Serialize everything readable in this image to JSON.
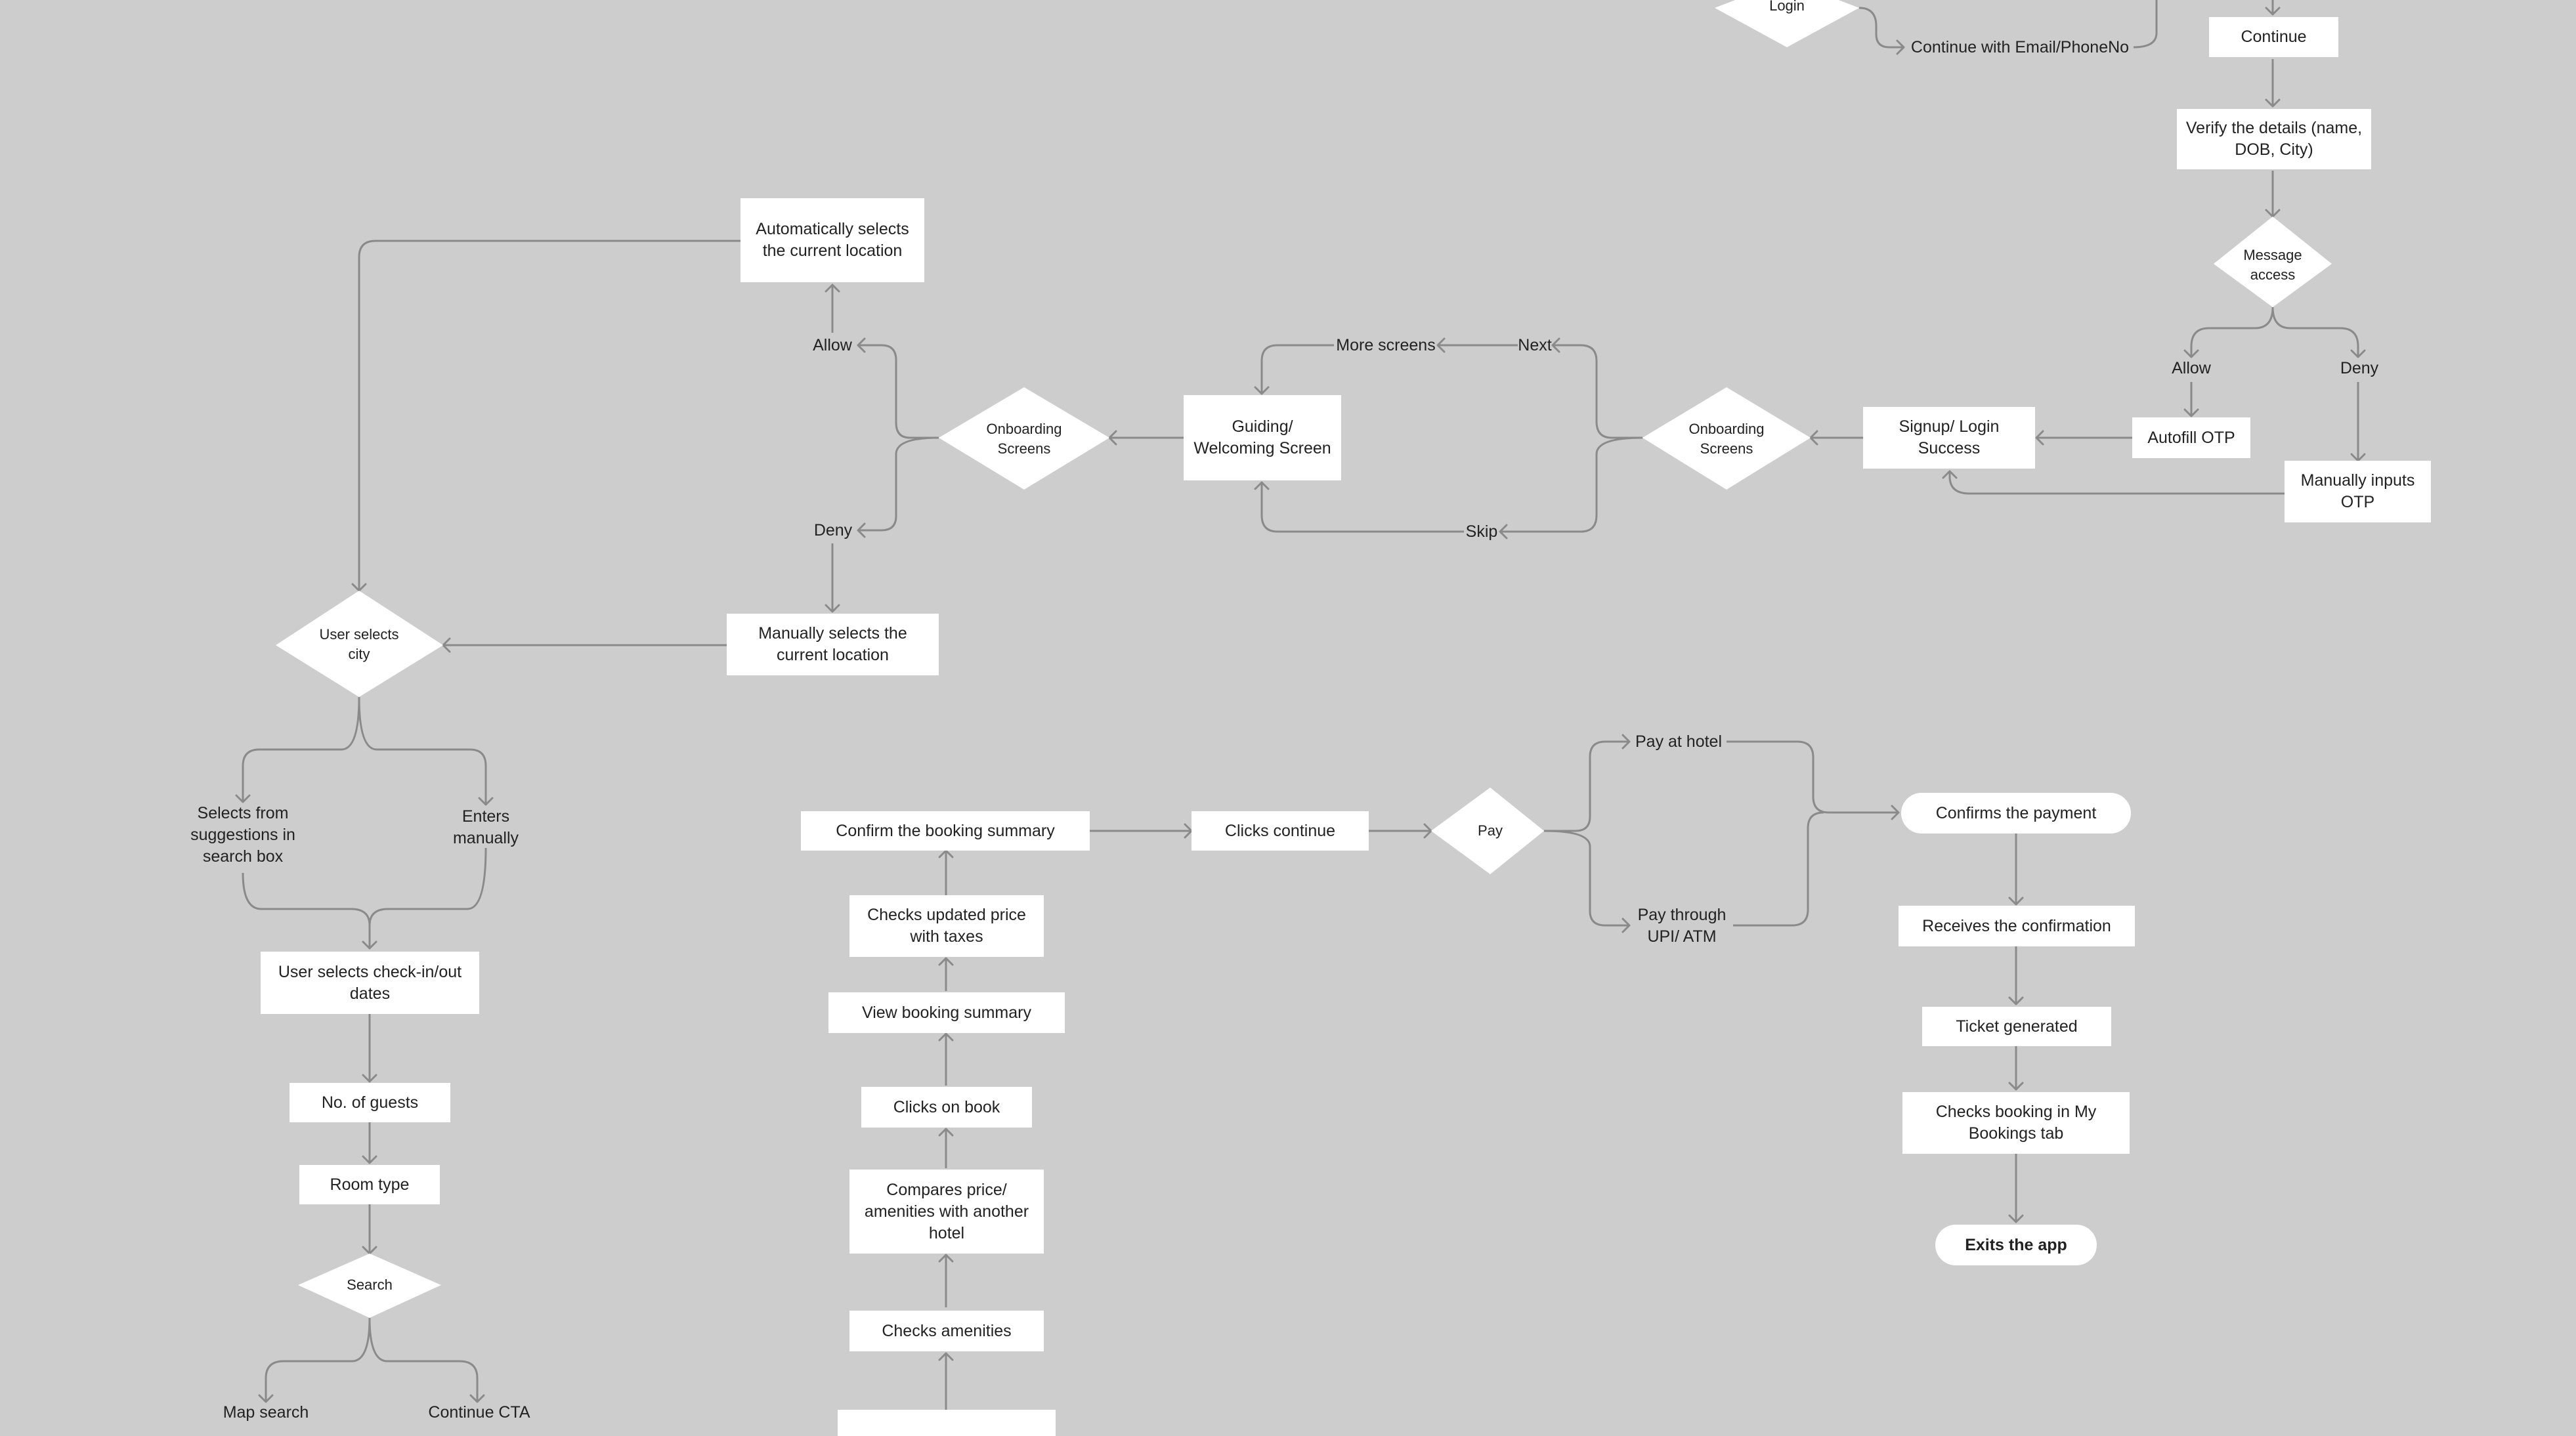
{
  "colors": {
    "background": "#cdcdcd",
    "node": "#ffffff",
    "connector": "#8a8a8a",
    "text": "#222222"
  },
  "nodes": {
    "login": "Login",
    "continue_email": "Continue with Email/PhoneNo",
    "continue": "Continue",
    "verify_details": "Verify the details (name, DOB, City)",
    "message_access": "Message access",
    "allow_msg": "Allow",
    "deny_msg": "Deny",
    "autofill_otp": "Autofill OTP",
    "manual_otp": "Manually inputs OTP",
    "signup_success": "Signup/ Login Success",
    "onboarding_right": "Onboarding Screens",
    "next": "Next",
    "more_screens": "More screens",
    "skip": "Skip",
    "guiding_screen": "Guiding/ Welcoming Screen",
    "onboarding_left": "Onboarding Screens",
    "allow_loc": "Allow",
    "deny_loc": "Deny",
    "auto_location": "Automatically selects the current location",
    "manual_location": "Manually selects the current location",
    "user_selects_city": "User selects city",
    "selects_suggestions": "Selects from suggestions in search box",
    "enters_manually": "Enters manually",
    "check_dates": "User selects check-in/out dates",
    "no_guests": "No. of guests",
    "room_type": "Room type",
    "search": "Search",
    "map_search": "Map search",
    "continue_cta": "Continue CTA",
    "confirm_summary": "Confirm the booking summary",
    "checks_updated_price": "Checks updated price with taxes",
    "view_summary": "View booking summary",
    "clicks_book": "Clicks on book",
    "compares_price": "Compares price/ amenities with another hotel",
    "checks_amenities": "Checks amenities",
    "clicks_continue": "Clicks continue",
    "pay": "Pay",
    "pay_hotel": "Pay at hotel",
    "pay_upi": "Pay through UPI/ ATM",
    "confirms_payment": "Confirms the payment",
    "receives_confirmation": "Receives the confirmation",
    "ticket_generated": "Ticket generated",
    "checks_booking": "Checks booking in My Bookings tab",
    "exits_app": "Exits the app"
  }
}
